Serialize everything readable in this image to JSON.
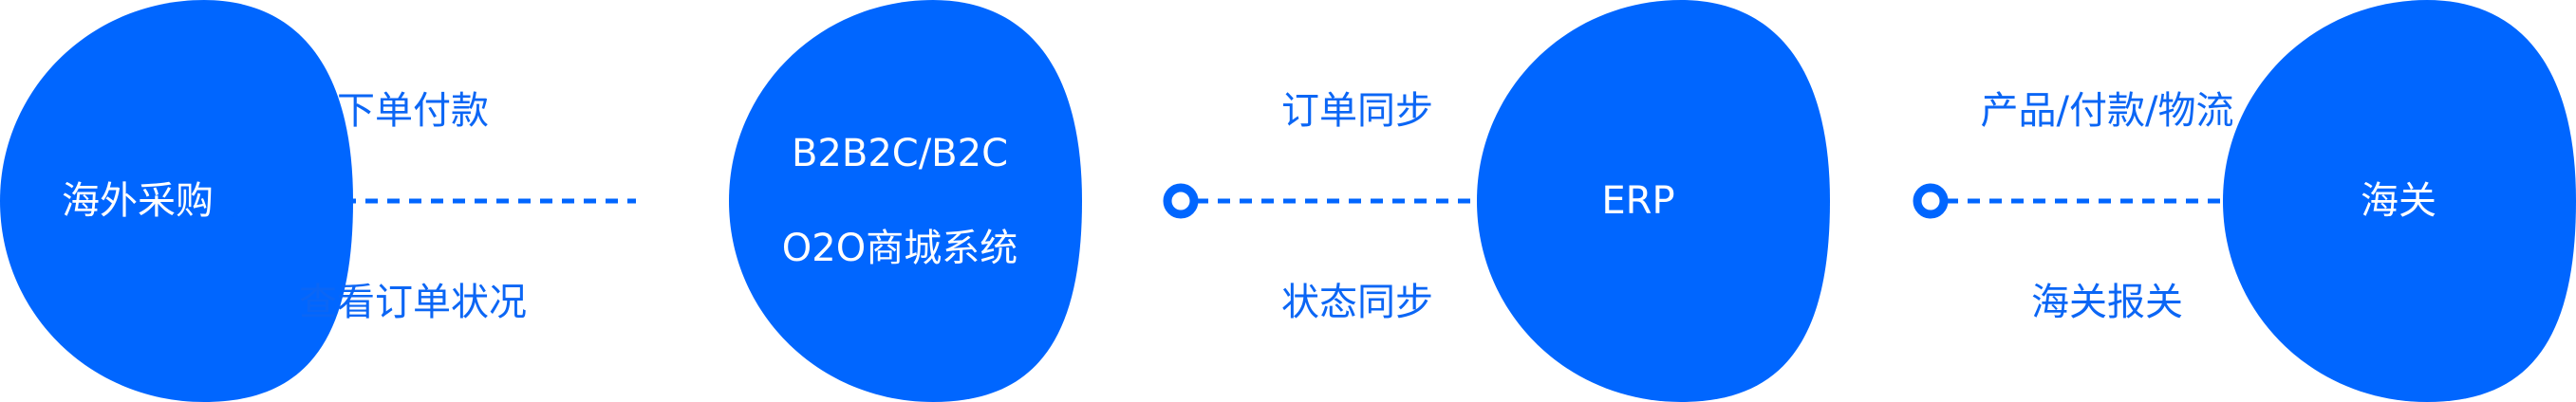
{
  "colors": {
    "primary": "#0066FF",
    "text_on_node": "#FFFFFF"
  },
  "nodes": [
    {
      "lines": [
        "海外采购"
      ]
    },
    {
      "lines": [
        "B2B2C/B2C",
        "O2O商城系统"
      ]
    },
    {
      "lines": [
        "ERP"
      ]
    },
    {
      "lines": [
        "海关"
      ]
    }
  ],
  "connectors": [
    {
      "top": "下单付款",
      "bottom": "查看订单状况"
    },
    {
      "top": "订单同步",
      "bottom": "状态同步"
    },
    {
      "top": "产品/付款/物流",
      "bottom": "海关报关"
    }
  ]
}
